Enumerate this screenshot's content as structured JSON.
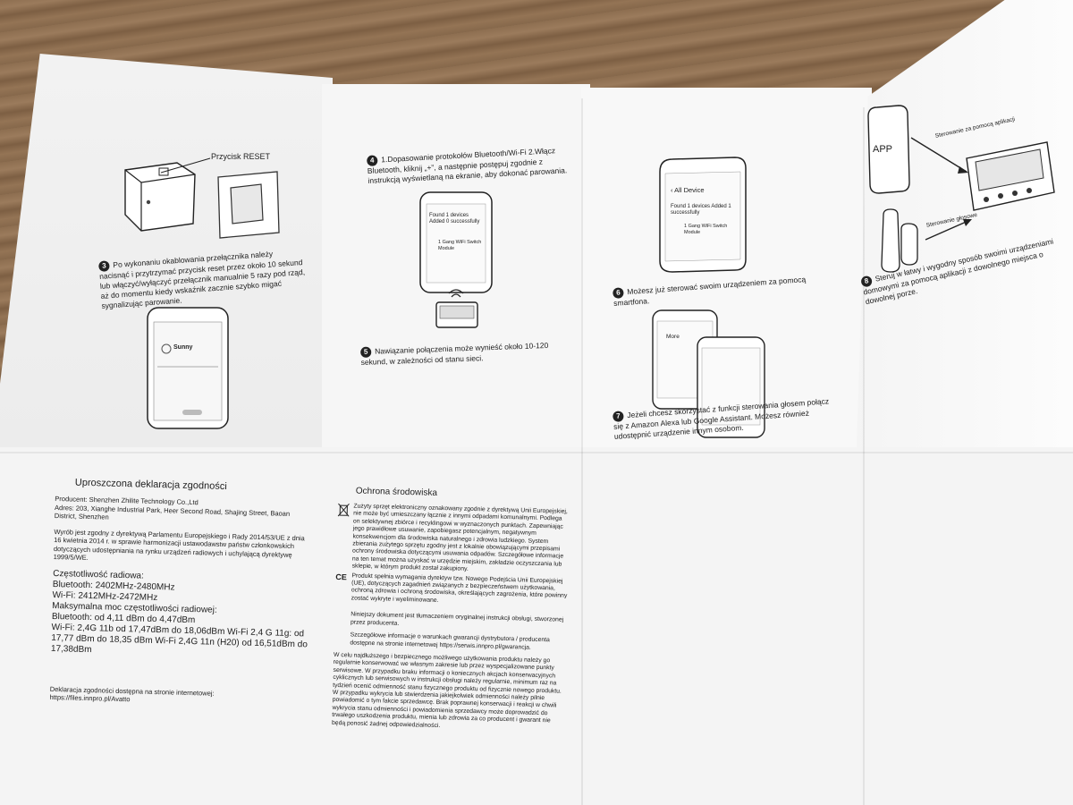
{
  "panel1": {
    "reset_label": "Przycisk RESET",
    "step3_number": "3",
    "step3_text": "Po wykonaniu okablowania przełącznika należy nacisnąć i przytrzymać przycisk reset przez około 10 sekund lub włączyć/wyłączyć przełącznik manualnie 5 razy pod rząd, aż do momentu kiedy wskaźnik zacznie szybko migać sygnalizując parowanie.",
    "phone_label": "Sunny"
  },
  "panel2": {
    "step4_number": "4",
    "step4_text": "1.Dopasowanie protokołów Bluetooth/Wi-Fi 2.Włącz Bluetooth, kliknij „+”, a następnie postępuj zgodnie z instrukcją wyświetlaną na ekranie, aby dokonać parowania.",
    "phone_line1": "Found 1 devices Added 0 successfully",
    "phone_line2": "1 Gang WiFi Switch Module",
    "step5_number": "5",
    "step5_text": "Nawiązanie połączenia może wynieść około 10-120 sekund, w zależności od stanu sieci."
  },
  "panel3": {
    "phone_title": "All Device",
    "phone_line1": "Found 1 devices Added 1 successfully",
    "phone_line2": "1 Gang WiFi Switch Module",
    "step6_number": "6",
    "step6_text": "Możesz już sterować swoim urządzeniem za pomocą smartfona.",
    "phone2_title": "More",
    "step7_number": "7",
    "step7_text": "Jeżeli chcesz skorzystać z funkcji sterowania głosem połącz się z Amazon Alexa lub  Google Assistant. Możesz również udostępnić urządzenie innym osobom."
  },
  "panel4": {
    "app_label": "APP",
    "app_caption": "Sterowanie za pomocą aplikacji",
    "voice_caption": "Sterowanie głosowe",
    "step8_number": "8",
    "step8_text": "Steruj w łatwy i wygodny sposób swoimi urządzeniami domowymi za pomocą aplikacji z dowolnego miejsca o dowolnej porze."
  },
  "declaration": {
    "title": "Uproszczona deklaracja zgodności",
    "producer": "Producent: Shenzhen Zhilite Technology Co.,Ltd",
    "address": "Adres: 203, Xianghe Industrial Park, Heer Second Road, Shajing Street, Baoan District, Shenzhen",
    "compliance": "Wyrób jest zgodny z dyrektywą Parlamentu Europejskiego i Rady 2014/53/UE z dnia 16 kwietnia 2014 r. w sprawie harmonizacji ustawodawstw państw członkowskich dotyczących udostępniania na rynku urządzeń radiowych i uchylającą dyrektywę 1999/5/WE.",
    "freq_title": "Częstotliwość radiowa:",
    "freq_bt": "Bluetooth: 2402MHz-2480MHz",
    "freq_wifi": "Wi-Fi: 2412MHz-2472MHz",
    "power_title": "Maksymalna moc częstotliwości radiowej:",
    "power_bt": "Bluetooth: od 4,11 dBm do 4,47dBm",
    "power_wifi": "Wi-Fi: 2,4G 11b od 17,47dBm do 18,06dBm Wi-Fi 2,4 G 11g: od 17,77 dBm do 18,35 dBm Wi-Fi 2,4G 11n (H20) od 16,51dBm do 17,38dBm",
    "web_note": "Deklaracja zgodności dostępna na stronie internetowej:",
    "web_url": "https://files.innpro.pl/Avatto"
  },
  "environment": {
    "title": "Ochrona środowiska",
    "para1": "Zużyty sprzęt elektroniczny oznakowany zgodnie z dyrektywą Unii Europejskiej, nie może być umieszczany łącznie z innymi odpadami komunalnymi. Podlega on selektywnej zbiórce i recyklingowi w wyznaczonych punktach. Zapewniając jego prawidłowe usuwanie, zapobiegasz potencjalnym, negatywnym konsekwencjom dla środowiska naturalnego i zdrowia ludzkiego. System zbierania zużytego sprzętu zgodny jest z lokalnie obowiązującymi przepisami ochrony środowiska dotyczącymi usuwania odpadów. Szczegółowe informacje na ten temat można uzyskać w urzędzie miejskim, zakładzie oczyszczania lub sklepie, w którym produkt został zakupiony.",
    "ce_mark": "CE",
    "para2": "Produkt spełnia wymagania dyrektyw tzw. Nowego Podejścia Unii Europejskiej (UE), dotyczących zagadnień związanych z bezpieczeństwem użytkowania, ochroną zdrowia i ochroną środowiska, określających zagrożenia, które powinny zostać wykryte i wyeliminowane.",
    "para3": "Niniejszy dokument jest tłumaczeniem oryginalnej instrukcji obsługi, stworzonej przez producenta.",
    "para4": "Szczegółowe informacje o warunkach gwarancji dystrybutora / producenta dostępne na stronie internetowej https://serwis.innpro.pl/gwarancja.",
    "para5": "W celu najdłuższego i bezpiecznego możliwego użytkowania produktu należy go regularnie konserwować we własnym zakresie lub przez wyspecjalizowane punkty serwisowe. W przypadku braku informacji o koniecznych akcjach konserwacyjnych cyklicznych lub serwisowych w instrukcji obsługi należy regularnie, minimum raz na tydzień ocenić odmienność stanu fizycznego produktu od fizycznie nowego produktu. W przypadku wykrycia lub stwierdzenia jakiejkolwiek odmienności należy pilnie powiadomić o tym fakcie sprzedawcę. Brak poprawnej konserwacji i reakcji w chwili wykrycia stanu odmienności i powiadomienia sprzedawcy może doprowadzić do trwałego uszkodzenia produktu, mienia lub zdrowia za co producent i gwarant nie będą ponosić żadnej odpowiedzialności."
  }
}
